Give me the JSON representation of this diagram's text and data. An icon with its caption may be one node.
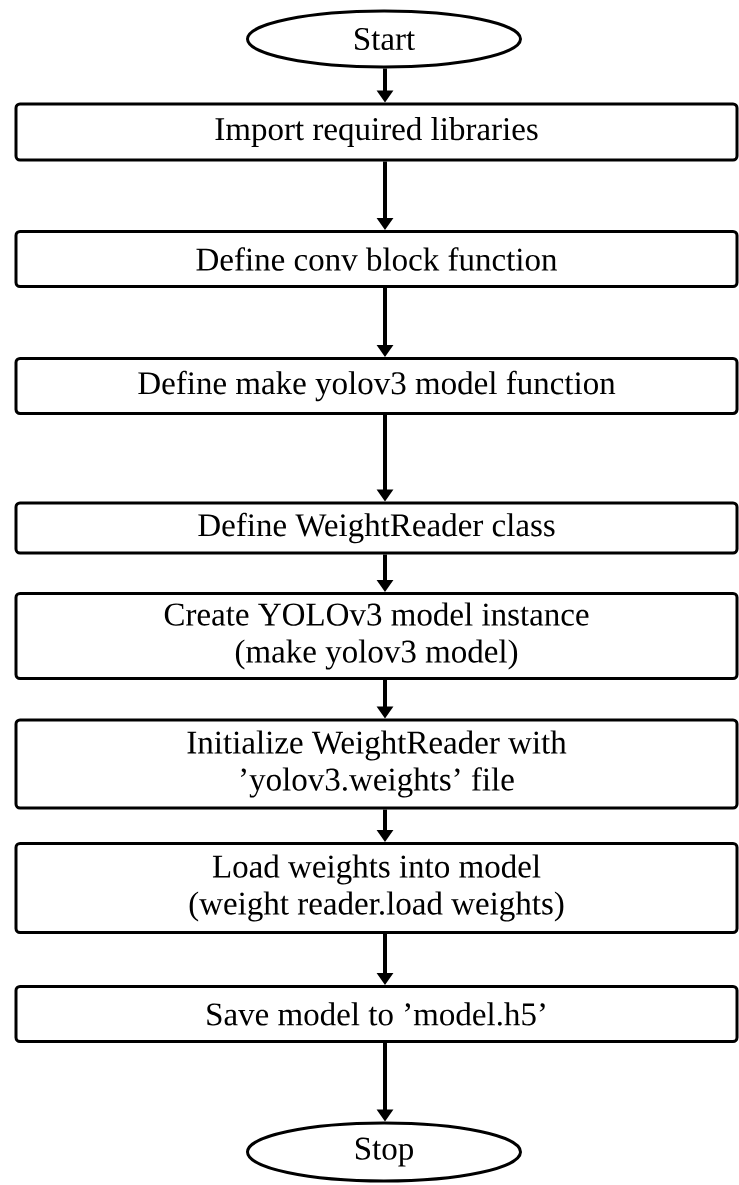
{
  "diagram": {
    "nodes": [
      {
        "text": [
          "Start"
        ]
      },
      {
        "text": [
          "Import required libraries"
        ]
      },
      {
        "text": [
          "Define conv block function"
        ]
      },
      {
        "text": [
          "Define make yolov3 model function"
        ]
      },
      {
        "text": [
          "Define WeightReader class"
        ]
      },
      {
        "text": [
          "Create YOLOv3 model instance (make yolov3 model)"
        ]
      },
      {
        "text": [
          "Initialize WeightReader with ’yolov3.weights’ file"
        ]
      },
      {
        "text": [
          "Load weights into model (weight reader.load weights)"
        ]
      },
      {
        "text": [
          "Save model to ’model.h5’"
        ]
      },
      {
        "text": [
          "Stop"
        ]
      }
    ],
    "edges": [
      {
        "from": 0,
        "to": 1,
        "arrow": "to"
      },
      {
        "from": 1,
        "to": 2,
        "arrow": "to"
      },
      {
        "from": 2,
        "to": 3,
        "arrow": "to"
      },
      {
        "from": 3,
        "to": 4,
        "arrow": "to"
      },
      {
        "from": 4,
        "to": 5,
        "arrow": "to"
      },
      {
        "from": 5,
        "to": 6,
        "arrow": "to"
      },
      {
        "from": 6,
        "to": 7,
        "arrow": "to"
      },
      {
        "from": 7,
        "to": 8,
        "arrow": "to"
      },
      {
        "from": 8,
        "to": 9,
        "arrow": "to"
      }
    ]
  }
}
